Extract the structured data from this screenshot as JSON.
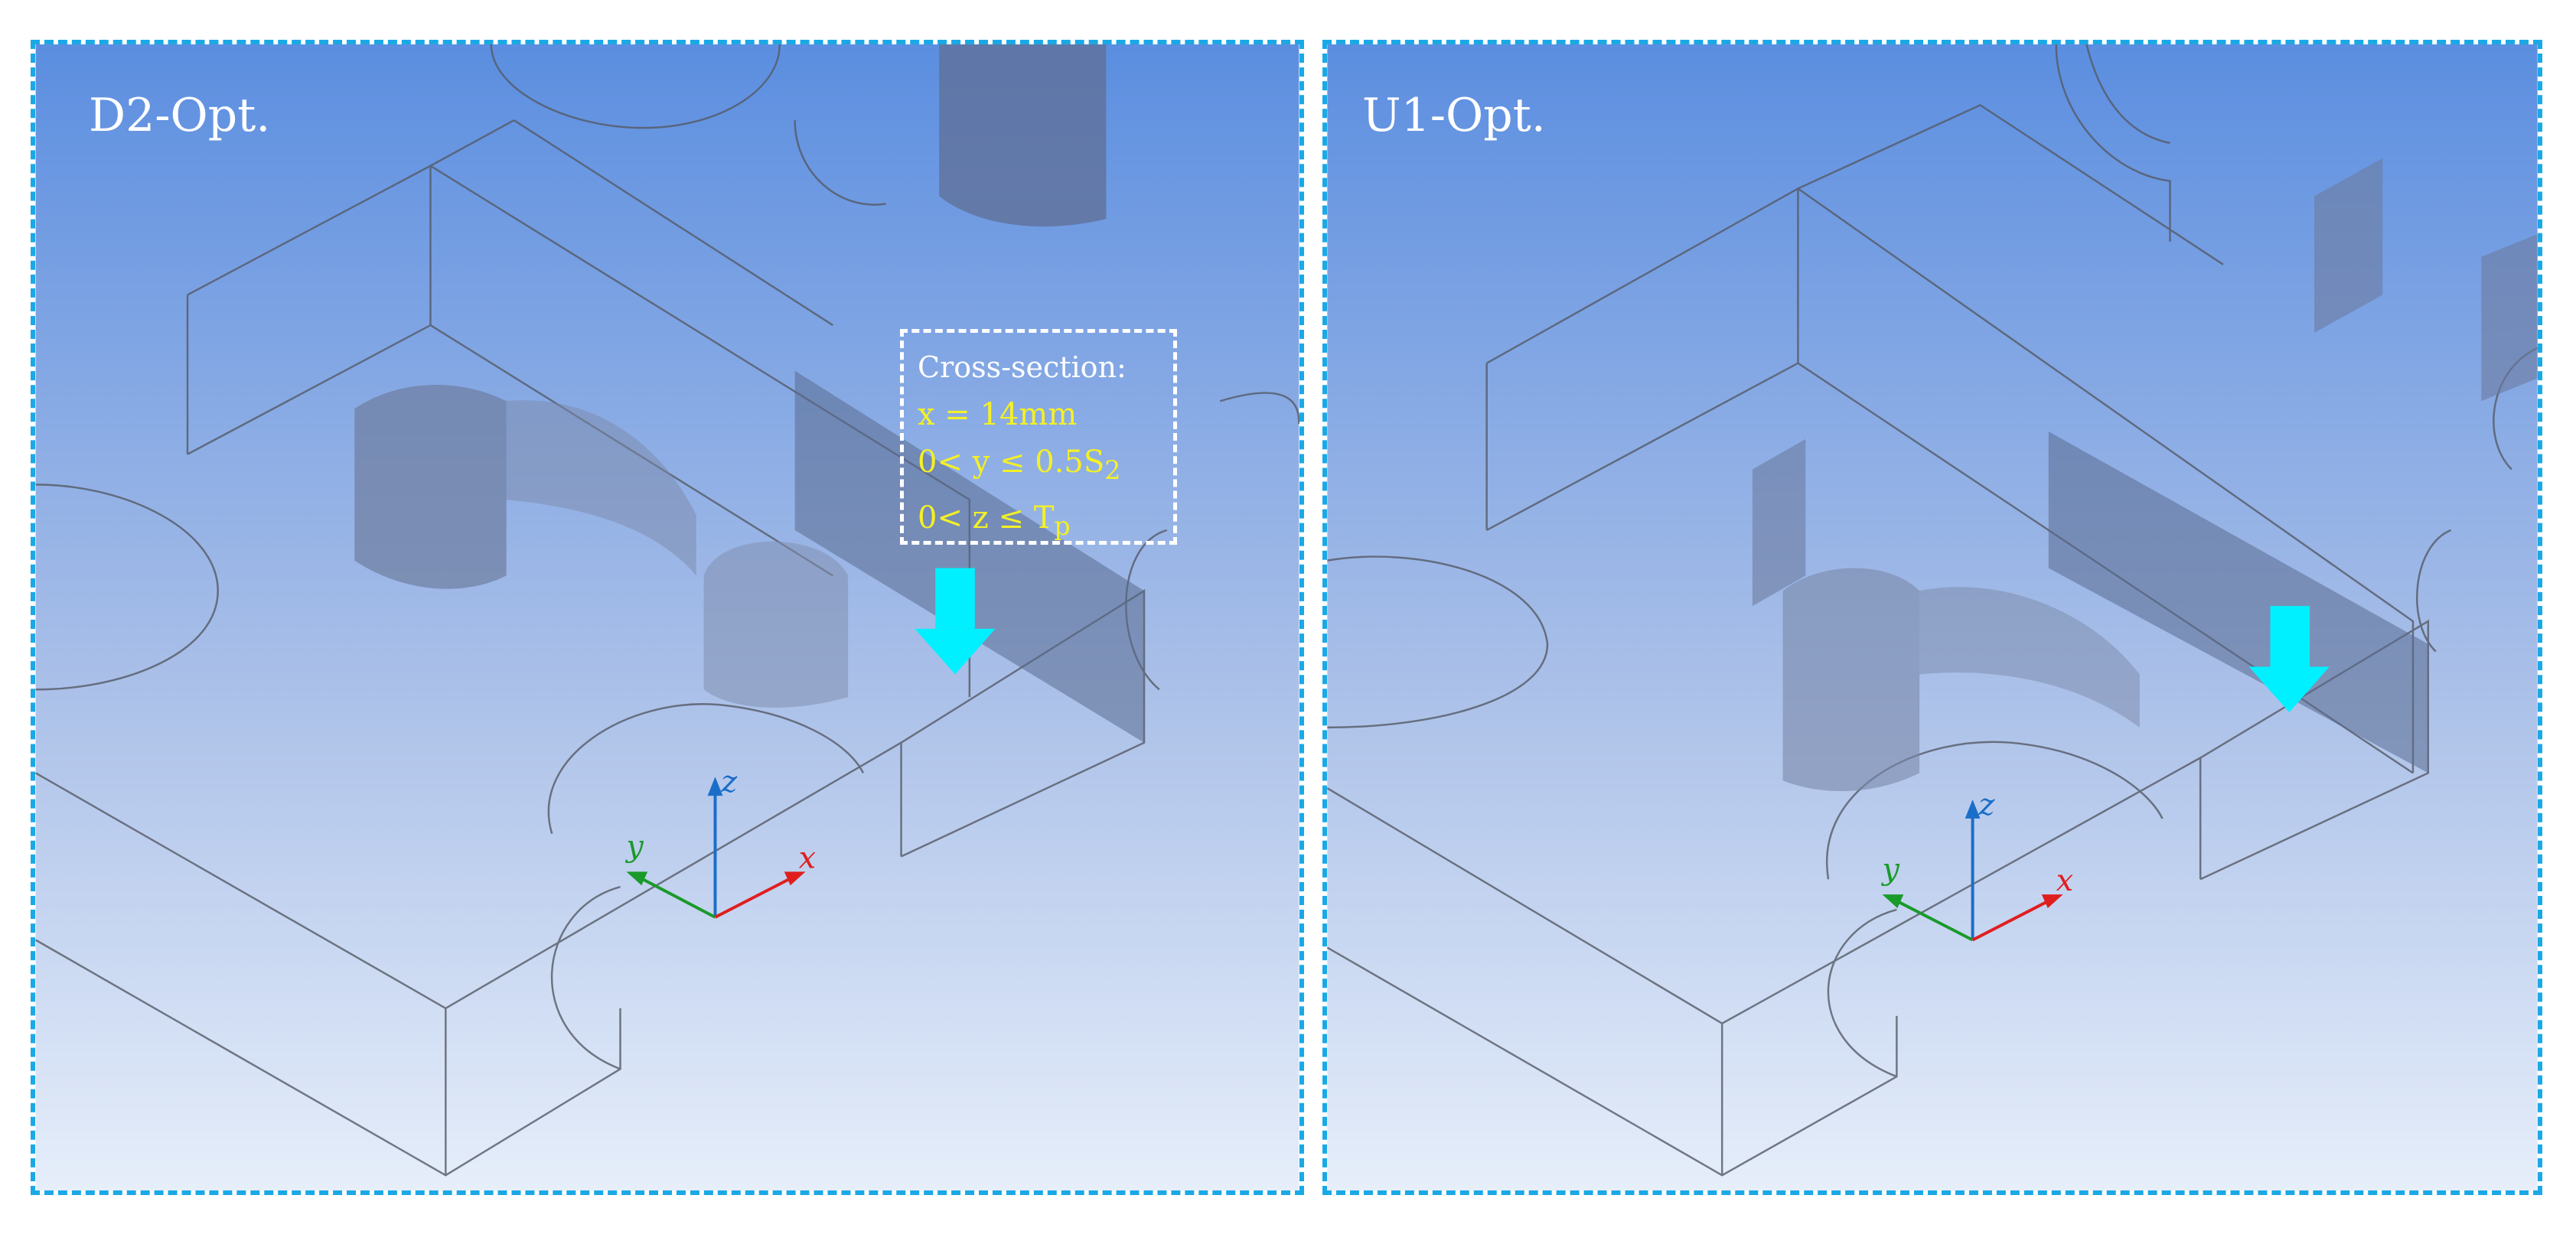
{
  "panels": [
    {
      "label": "D2-Opt.",
      "axes": {
        "x": "x",
        "y": "y",
        "z": "z"
      }
    },
    {
      "label": "U1-Opt.",
      "axes": {
        "x": "x",
        "y": "y",
        "z": "z"
      }
    }
  ],
  "cross_section": {
    "heading": "Cross-section:",
    "line1": "x = 14mm",
    "line2": "0< y ≤ 0.5S",
    "line2_sub": "2",
    "line3": "0< z ≤ T",
    "line3_sub": "p"
  },
  "colors": {
    "frame_border": "#1aa9e6",
    "arrow": "#00f0ff",
    "cross_section_text": "#f4f026",
    "axis_x": "#e01e1e",
    "axis_y": "#1a9a2a",
    "axis_z": "#1a6ec8",
    "background_top": "#5b8ee0",
    "background_bottom": "#e6eefa"
  }
}
